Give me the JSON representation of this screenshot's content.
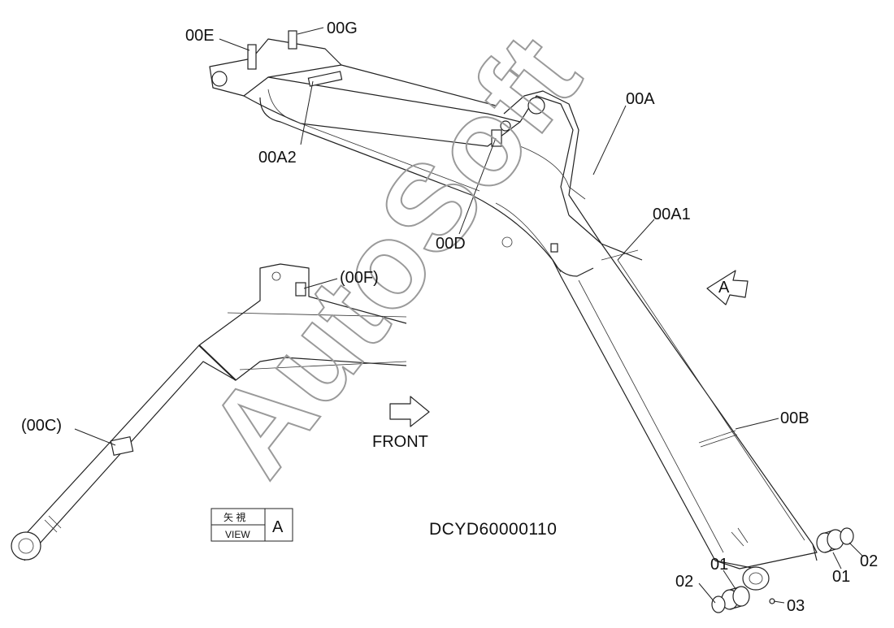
{
  "drawing_code": "DCYD60000110",
  "direction_label": "FRONT",
  "view_box": {
    "japanese": "矢 視",
    "english": "VIEW",
    "letter": "A"
  },
  "view_arrow_letter": "A",
  "watermark": "AutoSoft",
  "callouts": {
    "c00E": "00E",
    "c00G": "00G",
    "c00A2": "00A2",
    "c00A": "00A",
    "c00A1": "00A1",
    "c00D": "00D",
    "c00F": "(00F)",
    "c00C": "(00C)",
    "c00B": "00B",
    "c01_left": "01",
    "c02_left": "02",
    "c03": "03",
    "c01_right": "01",
    "c02_right": "02"
  }
}
